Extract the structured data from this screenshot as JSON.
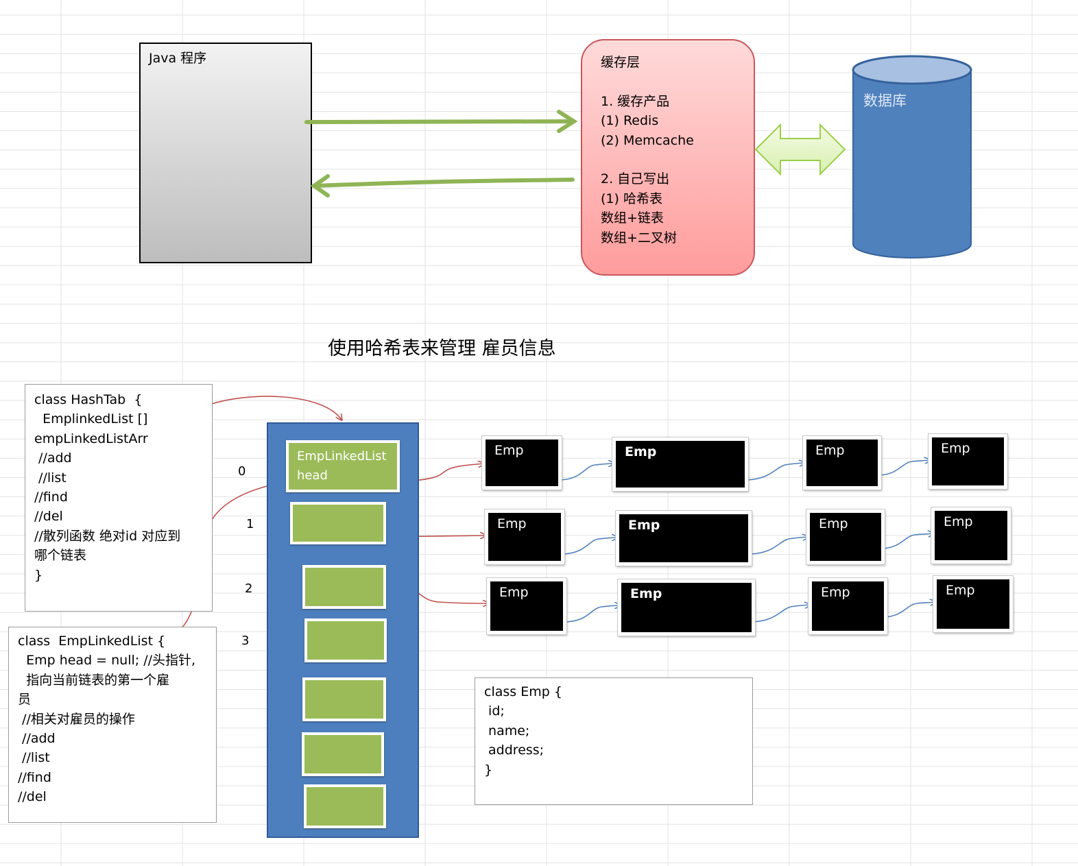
{
  "java_box": {
    "label": "Java 程序"
  },
  "cache_box": {
    "lines": [
      "缓存层",
      "",
      "1. 缓存产品",
      "(1) Redis",
      "(2) Memcache",
      "",
      "2. 自己写出",
      "(1) 哈希表",
      "数组+链表",
      "数组+二叉树"
    ]
  },
  "database": {
    "label": "数据库"
  },
  "title": "使用哈希表来管理 雇员信息",
  "hashtab_code": {
    "lines": [
      "class HashTab  {",
      "  EmplinkedList []",
      "empLinkedListArr",
      " //add",
      " //list",
      "//find",
      "//del",
      "//散列函数 绝对id 对应到",
      "哪个链表",
      "}"
    ]
  },
  "emplinkedlist_code": {
    "lines": [
      "class  EmpLinkedList {",
      "  Emp head = null; //头指针,",
      "  指向当前链表的第一个雇",
      "员",
      " //相关对雇员的操作",
      " //add",
      " //list",
      "//find",
      "//del"
    ]
  },
  "emp_code": {
    "lines": [
      "class Emp {",
      " id;",
      " name;",
      " address;",
      "}"
    ]
  },
  "buckets": {
    "head_label": "EmpLinkedList\nhead",
    "indices": [
      "0",
      "1",
      "2",
      "3"
    ]
  },
  "emp_label": "Emp",
  "colors": {
    "green_arrow": "#8fb455",
    "red_connector": "#c0504d",
    "blue_connector": "#4f81bd",
    "bucket_panel": "#4d7fbf",
    "slot": "#9bbb59",
    "database": "#4f81bd"
  }
}
